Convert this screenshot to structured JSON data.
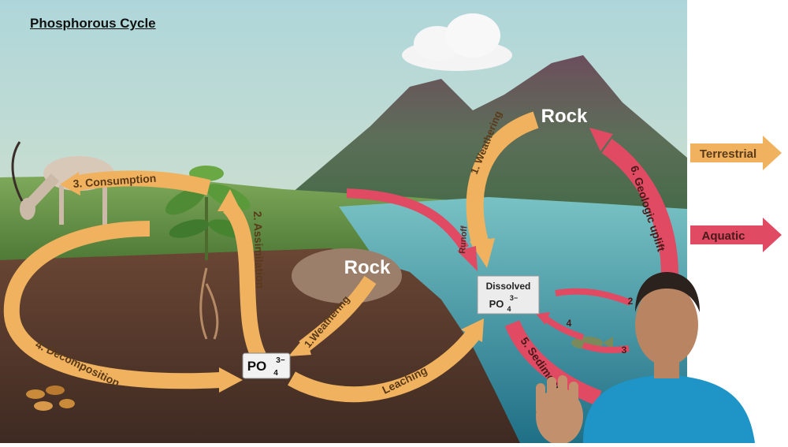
{
  "title": "Phosphorous Cycle",
  "labels": {
    "rock_top": "Rock",
    "rock_mid": "Rock",
    "weathering_top": "1. Weathering",
    "weathering_mid": "1.Weathering",
    "runoff": "Runoff",
    "geologic_uplift": "6. Geologic uplift",
    "consumption": "3. Consumption",
    "assimilation": "2. Assimilation",
    "decomposition": "4. Decomposition",
    "leaching": "Leaching",
    "sedimentation": "5. Sedimentation",
    "dissolved": "Dissolved",
    "po4": "PO",
    "po4_sub": "4",
    "po4_sup": "3−",
    "num_2": "2",
    "num_3": "3",
    "num_4": "4"
  },
  "legend": {
    "terrestrial": "Terrestrial",
    "aquatic": "Aquatic"
  },
  "colors": {
    "terrestrial": "#f0b25e",
    "aquatic": "#e04a62",
    "soil": "#5a3a2c",
    "water": "#3ea3b3",
    "sky_top": "#b6dcdf",
    "sky_bottom": "#e8e6c8"
  }
}
